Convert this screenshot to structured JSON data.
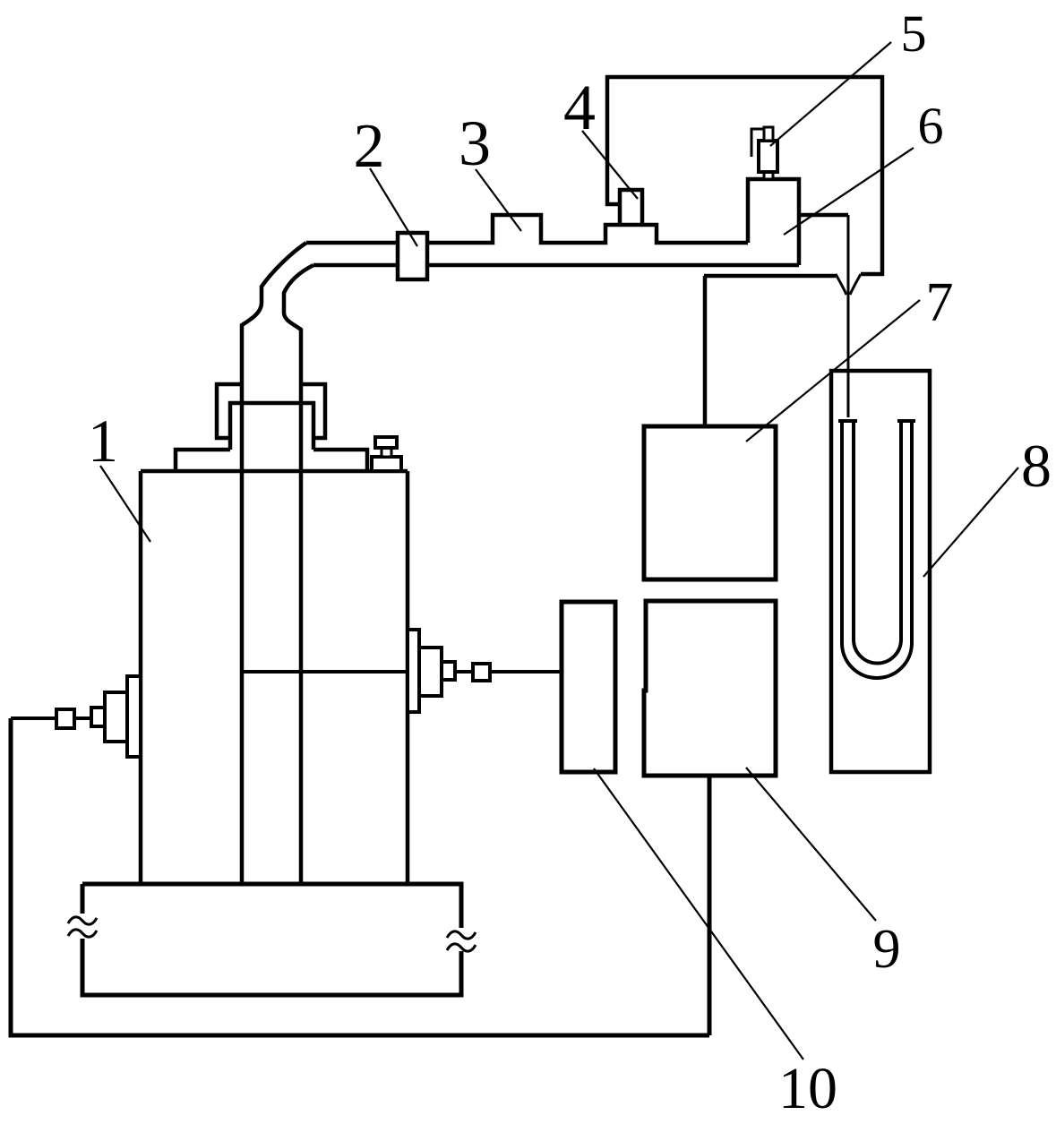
{
  "figure": {
    "background_color": "#ffffff",
    "line_color": "#000000"
  },
  "labels": [
    {
      "id": "1",
      "text": "1"
    },
    {
      "id": "2",
      "text": "2"
    },
    {
      "id": "3",
      "text": "3"
    },
    {
      "id": "4",
      "text": "4"
    },
    {
      "id": "5",
      "text": "5"
    },
    {
      "id": "6",
      "text": "6"
    },
    {
      "id": "7",
      "text": "7"
    },
    {
      "id": "8",
      "text": "8"
    },
    {
      "id": "9",
      "text": "9"
    },
    {
      "id": "10",
      "text": "10"
    }
  ]
}
